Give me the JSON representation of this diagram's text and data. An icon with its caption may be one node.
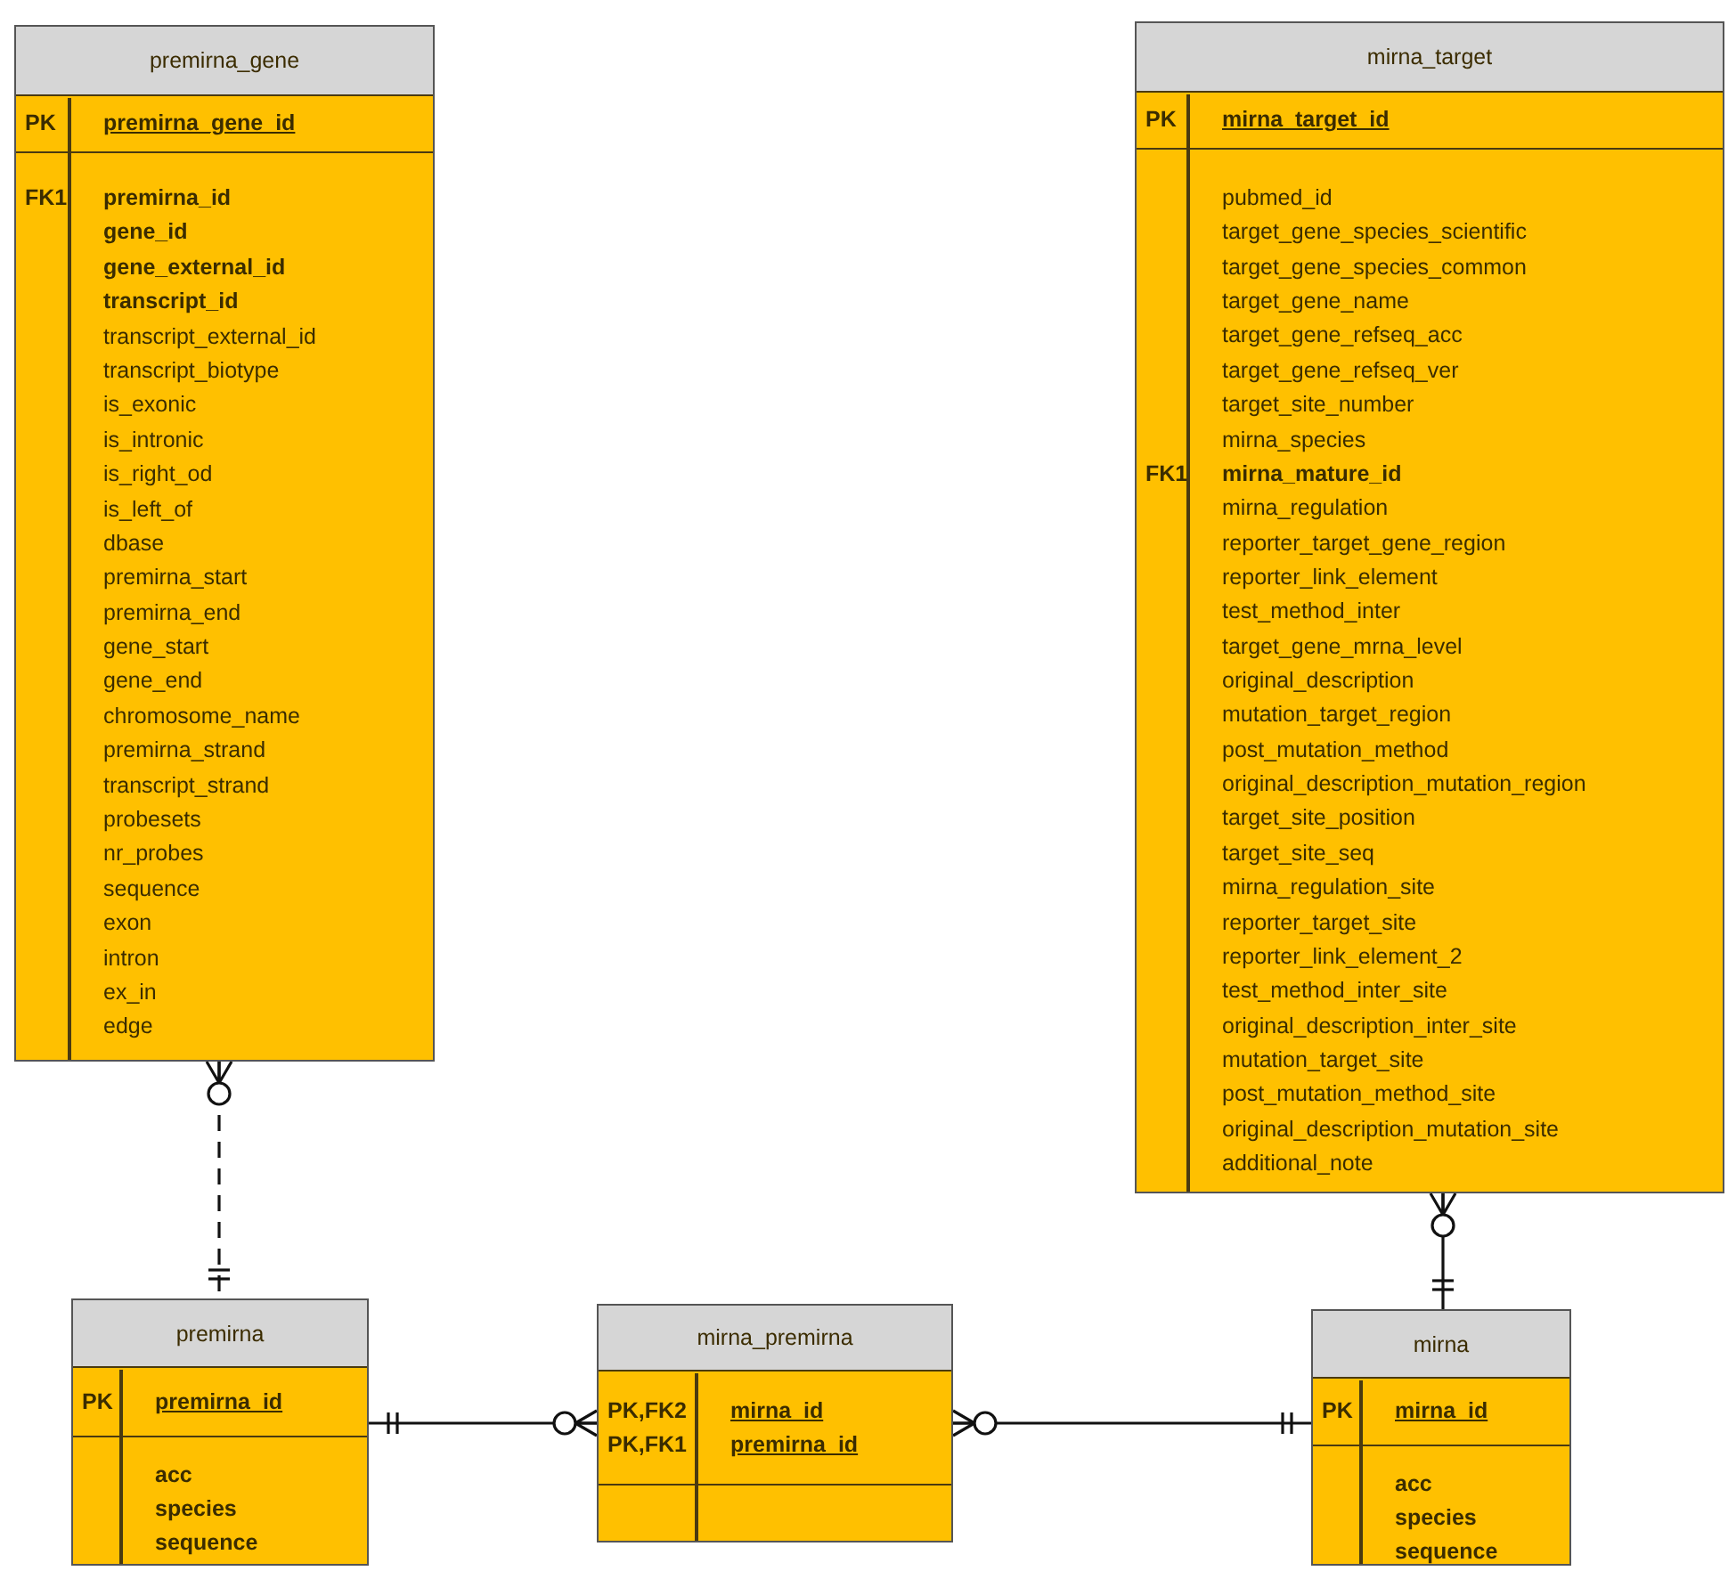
{
  "diagram": {
    "nodes": [
      {
        "text": [
          "premirna_gene",
          "PK",
          "premirna_gene_id",
          "FK1",
          "premirna_id",
          "gene_id",
          "gene_external_id",
          "transcript_id",
          "transcript_external_id",
          "transcript_biotype",
          "is_exonic",
          "is_intronic",
          "is_right_od",
          "is_left_of",
          "dbase",
          "premirna_start",
          "premirna_end",
          "gene_start",
          "gene_end",
          "chromosome_name",
          "premirna_strand",
          "transcript_strand",
          "probesets",
          "nr_probes",
          "sequence",
          "exon",
          "intron",
          "ex_in",
          "edge"
        ]
      },
      {
        "text": [
          "mirna_target",
          "PK",
          "mirna_target_id",
          "pubmed_id",
          "target_gene_species_scientific",
          "target_gene_species_common",
          "target_gene_name",
          "target_gene_refseq_acc",
          "target_gene_refseq_ver",
          "target_site_number",
          "mirna_species",
          "FK1",
          "mirna_mature_id",
          "mirna_regulation",
          "reporter_target_gene_region",
          "reporter_link_element",
          "test_method_inter",
          "target_gene_mrna_level",
          "original_description",
          "mutation_target_region",
          "post_mutation_method",
          "original_description_mutation_region",
          "target_site_position",
          "target_site_seq",
          "mirna_regulation_site",
          "reporter_target_site",
          "reporter_link_element_2",
          "test_method_inter_site",
          "original_description_inter_site",
          "mutation_target_site",
          "post_mutation_method_site",
          "original_description_mutation_site",
          "additional_note"
        ]
      },
      {
        "text": [
          "premirna",
          "PK",
          "premirna_id",
          "acc",
          "species",
          "sequence"
        ]
      },
      {
        "text": [
          "mirna_premirna",
          "PK,FK2",
          "mirna_id",
          "PK,FK1",
          "premirna_id"
        ]
      },
      {
        "text": [
          "mirna",
          "PK",
          "mirna_id",
          "acc",
          "species",
          "sequence"
        ]
      }
    ],
    "edges": [
      {
        "from": 0,
        "to": 2,
        "arrow": "other",
        "style": "dashed"
      },
      {
        "from": 2,
        "to": 3,
        "arrow": "other"
      },
      {
        "from": 3,
        "to": 4,
        "arrow": "other"
      },
      {
        "from": 1,
        "to": 4,
        "arrow": "other"
      }
    ]
  }
}
